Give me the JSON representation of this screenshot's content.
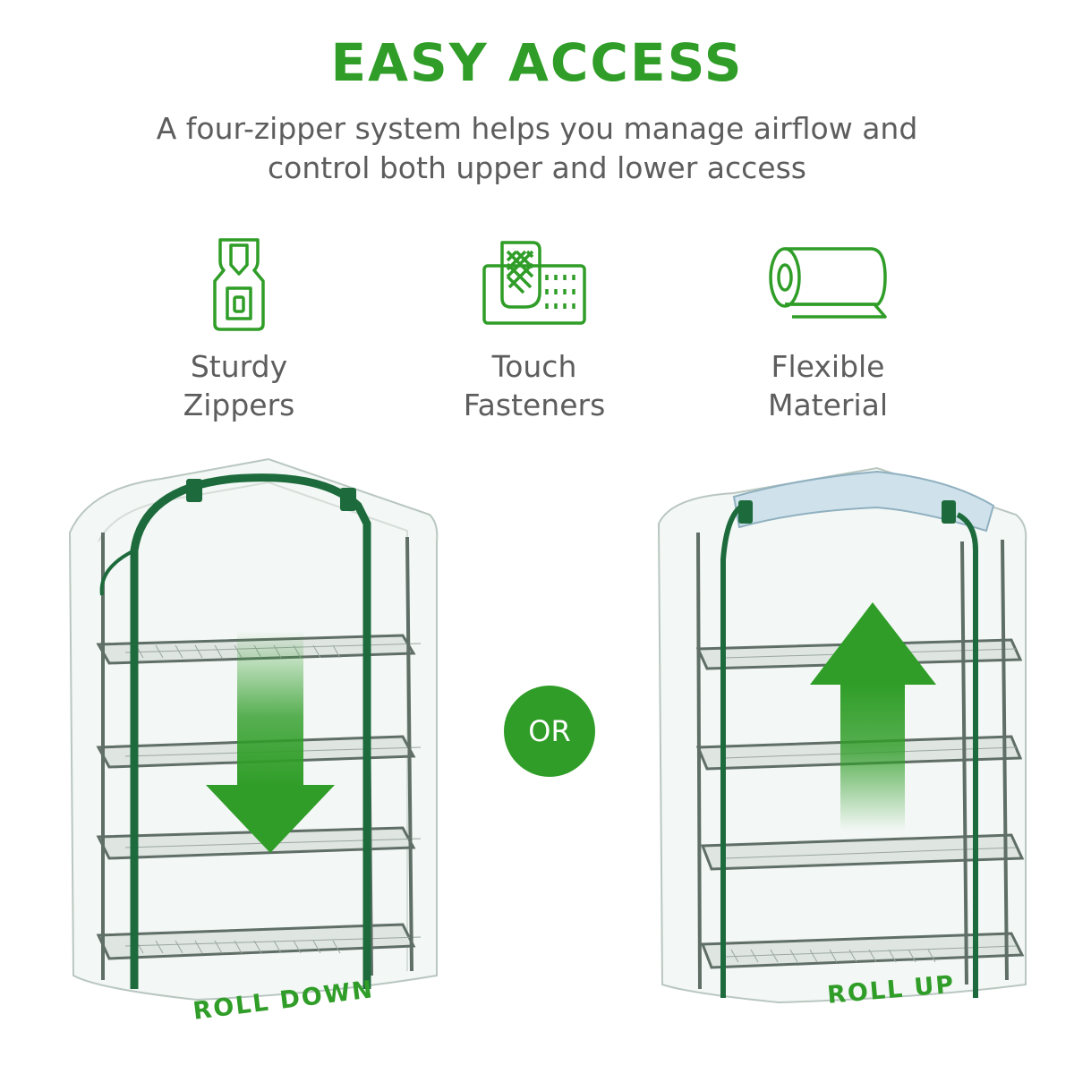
{
  "headline": "EASY ACCESS",
  "subheadline": {
    "line1": "A four-zipper system helps you manage airflow and",
    "line2": "control both upper and lower access"
  },
  "features": [
    {
      "icon": "zipper-icon",
      "line1": "Sturdy",
      "line2": "Zippers"
    },
    {
      "icon": "touch-fastener-icon",
      "line1": "Touch",
      "line2": "Fasteners"
    },
    {
      "icon": "material-roll-icon",
      "line1": "Flexible",
      "line2": "Material"
    }
  ],
  "or_label": "OR",
  "left_caption": "ROLL DOWN",
  "right_caption": "ROLL UP",
  "colors": {
    "accent": "#2f9d27",
    "text": "#5d5d5d",
    "frame": "#1d6b3c"
  }
}
